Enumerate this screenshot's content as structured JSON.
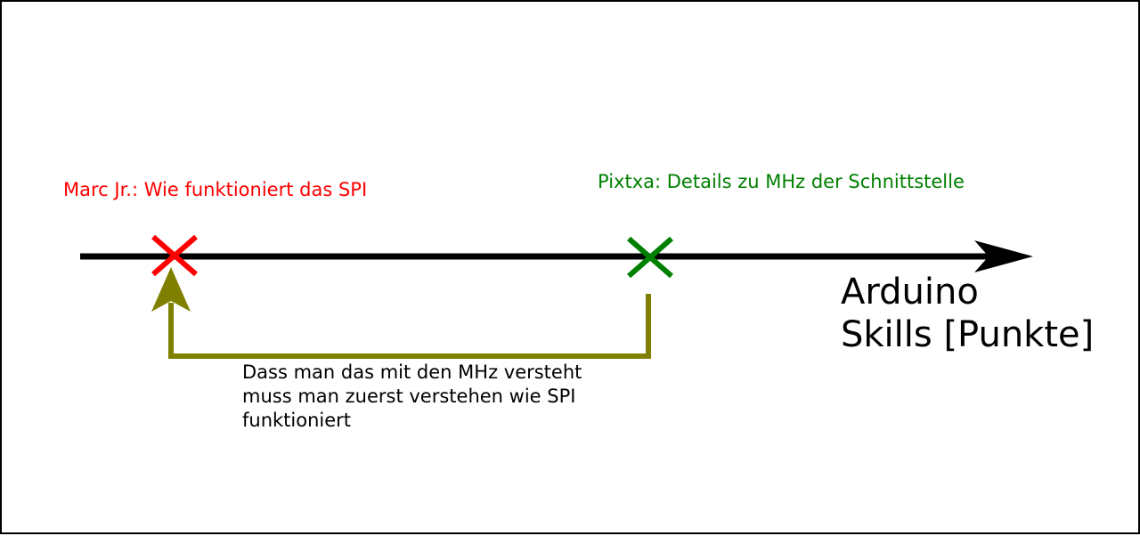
{
  "colors": {
    "axis": "#000000",
    "marker_a": "#ff0000",
    "marker_b": "#008000",
    "dependency": "#808000",
    "text": "#000000",
    "background": "#ffffff"
  },
  "axis": {
    "label_lines": [
      "Arduino",
      "Skills [Punkte]"
    ]
  },
  "markers": [
    {
      "label": "Marc Jr.: Wie funktioniert das SPI",
      "color": "#ff0000",
      "shape": "cross"
    },
    {
      "label": "Pixtxa: Details zu MHz der Schnittstelle",
      "color": "#008000",
      "shape": "cross"
    }
  ],
  "dependency": {
    "from": "Pixtxa: Details zu MHz der Schnittstelle",
    "to": "Marc Jr.: Wie funktioniert das SPI",
    "note_lines": [
      "Dass man das mit den MHz versteht",
      "muss man zuerst verstehen wie SPI",
      "funktioniert"
    ]
  }
}
